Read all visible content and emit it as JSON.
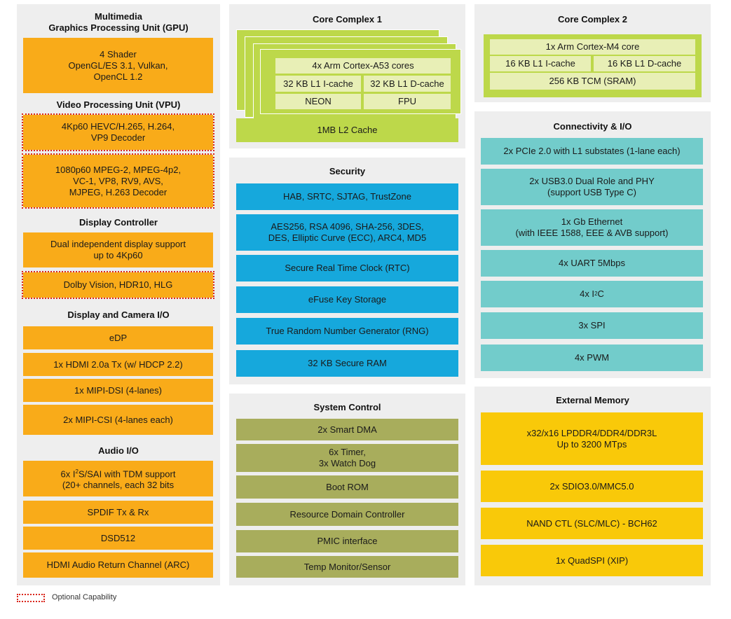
{
  "left": {
    "gpu_title": "Multimedia\nGraphics Processing Unit (GPU)",
    "gpu_block": "4 Shader\nOpenGL/ES 3.1, Vulkan,\nOpenCL 1.2",
    "vpu_title": "Video Processing Unit (VPU)",
    "vpu_decoder1": "4Kp60 HEVC/H.265, H.264,\nVP9 Decoder",
    "vpu_decoder2": "1080p60 MPEG-2, MPEG-4p2,\nVC-1, VP8, RV9, AVS,\nMJPEG, H.263 Decoder",
    "display_title": "Display Controller",
    "display_dual": "Dual independent display support\nup to 4Kp60",
    "display_dolby": "Dolby Vision, HDR10, HLG",
    "dcio_title": "Display and Camera I/O",
    "dcio_items": [
      "eDP",
      "1x HDMI 2.0a Tx (w/ HDCP 2.2)",
      "1x MIPI-DSI (4-lanes)",
      "2x MIPI-CSI (4-lanes each)"
    ],
    "audio_title": "Audio I/O",
    "audio_i2s_pre": "6x I",
    "audio_i2s_sup": "2",
    "audio_i2s_post": "S/SAI with TDM support",
    "audio_i2s_line2": "(20+ channels, each 32 bits",
    "audio_items": [
      "SPDIF Tx & Rx",
      "DSD512",
      "HDMI Audio Return Channel (ARC)"
    ]
  },
  "core1": {
    "title": "Core Complex 1",
    "cores": "4x Arm Cortex-A53 cores",
    "icache": "32 KB L1 I-cache",
    "dcache": "32 KB L1 D-cache",
    "neon": "NEON",
    "fpu": "FPU",
    "l2": "1MB L2 Cache"
  },
  "security": {
    "title": "Security",
    "items": [
      "HAB, SRTC, SJTAG, TrustZone",
      "AES256, RSA 4096, SHA-256, 3DES,\nDES, Elliptic Curve (ECC), ARC4, MD5",
      "Secure Real Time Clock (RTC)",
      "eFuse Key Storage",
      "True Random Number Generator (RNG)",
      "32 KB Secure RAM"
    ]
  },
  "syscontrol": {
    "title": "System Control",
    "items": [
      "2x Smart DMA",
      "6x Timer,\n3x Watch Dog",
      "Boot ROM",
      "Resource Domain Controller",
      "PMIC interface",
      "Temp Monitor/Sensor"
    ]
  },
  "core2": {
    "title": "Core Complex 2",
    "core": "1x Arm Cortex-M4 core",
    "icache": "16 KB L1  I-cache",
    "dcache": "16 KB L1 D-cache",
    "tcm": "256 KB TCM (SRAM)"
  },
  "connectivity": {
    "title": "Connectivity & I/O",
    "items": [
      "2x PCIe 2.0 with L1 substates (1-lane each)",
      "2x USB3.0 Dual Role and PHY\n(support USB Type C)",
      "1x Gb Ethernet\n(with IEEE 1588, EEE & AVB support)",
      "4x UART 5Mbps",
      "",
      "3x SPI",
      "4x PWM"
    ],
    "i2c_pre": "4x I",
    "i2c_sup": "2",
    "i2c_post": "C"
  },
  "memory": {
    "title": "External Memory",
    "items": [
      "x32/x16 LPDDR4/DDR4/DDR3L\nUp to 3200 MTps",
      "2x SDIO3.0/MMC5.0",
      "NAND CTL (SLC/MLC) - BCH62",
      "1x QuadSPI (XIP)"
    ]
  },
  "legend": {
    "label": "Optional Capability"
  },
  "colors": {
    "orange": "#f9ab19",
    "optional_outline": "#d9261c",
    "blue": "#16a8dc",
    "olive": "#a8ad5c",
    "teal": "#72cccb",
    "yellow": "#f9c909",
    "lime": "#bdd84a",
    "pale_lime": "#e8efb6",
    "panel": "#eeeeee"
  }
}
